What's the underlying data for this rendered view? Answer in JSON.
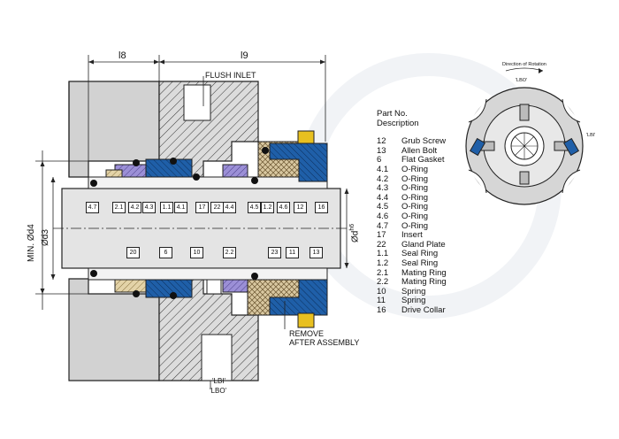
{
  "dimensions": {
    "l8": "l8",
    "l9": "l9",
    "d4": "MIN. Ød4",
    "d3": "Ød3",
    "d_h6": "Ød",
    "h6_sup": "h6"
  },
  "callouts": {
    "flush_inlet": "FLUSH INLET",
    "remove": "REMOVE",
    "after_assembly": "AFTER ASSEMBLY",
    "lbi": "'LBI'",
    "lbo": "'LBO'",
    "rotation": "Direction of Rotation",
    "lbo_small": "'LBO'",
    "lbi_small": "'LBI'"
  },
  "tags_top": [
    "4.7",
    "2.1",
    "4.2",
    "4.3",
    "1.1",
    "4.1",
    "17",
    "22",
    "4.4",
    "4.5",
    "1.2",
    "4.6",
    "12",
    "16"
  ],
  "tags_bottom": [
    "20",
    "6",
    "10",
    "2.2",
    "23",
    "11",
    "13"
  ],
  "legend": {
    "title1": "Part No.",
    "title2": "Description",
    "rows": [
      {
        "no": "12",
        "desc": "Grub Screw"
      },
      {
        "no": "13",
        "desc": "Allen Bolt"
      },
      {
        "no": "6",
        "desc": "Flat Gasket"
      },
      {
        "no": "4.1",
        "desc": "O-Ring"
      },
      {
        "no": "4.2",
        "desc": "O-Ring"
      },
      {
        "no": "4.3",
        "desc": "O-Ring"
      },
      {
        "no": "4.4",
        "desc": "O-Ring"
      },
      {
        "no": "4.5",
        "desc": "O-Ring"
      },
      {
        "no": "4.6",
        "desc": "O-Ring"
      },
      {
        "no": "4.7",
        "desc": "O-Ring"
      },
      {
        "no": "17",
        "desc": "Insert"
      },
      {
        "no": "22",
        "desc": "Gland Plate"
      },
      {
        "no": "1.1",
        "desc": "Seal Ring"
      },
      {
        "no": "1.2",
        "desc": "Seal Ring"
      },
      {
        "no": "2.1",
        "desc": "Mating Ring"
      },
      {
        "no": "2.2",
        "desc": "Mating Ring"
      },
      {
        "no": "10",
        "desc": "Spring"
      },
      {
        "no": "11",
        "desc": "Spring"
      },
      {
        "no": "16",
        "desc": "Drive Collar"
      }
    ]
  },
  "colors": {
    "housing_fill": "#d9d9d9",
    "hatch": "#444444",
    "collar_blue": "#1f5fa8",
    "ring_purple": "#8b7fc9",
    "ring_tan": "#d9c9a3",
    "yellow_mark": "#e8c020",
    "shaft_fill": "#cfcfcf"
  }
}
